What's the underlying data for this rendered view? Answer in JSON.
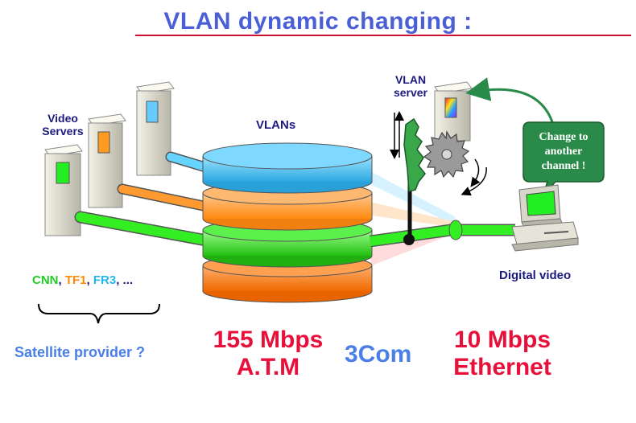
{
  "title": "VLAN dynamic changing :",
  "labels": {
    "video_servers": [
      "Video",
      "Servers"
    ],
    "vlans": "VLANs",
    "vlan_server": [
      "VLAN",
      "server"
    ],
    "digital_video": "Digital video",
    "satellite_provider": "Satellite provider ?",
    "channels": [
      {
        "text": "CNN",
        "color": "#22cc22"
      },
      {
        "text": ", ",
        "color": "#1a1a80"
      },
      {
        "text": "TF1",
        "color": "#ff8a00"
      },
      {
        "text": ", ",
        "color": "#1a1a80"
      },
      {
        "text": "FR3",
        "color": "#22b8ee"
      },
      {
        "text": ", ...",
        "color": "#1a1a80"
      }
    ],
    "atm_speed": [
      "155 Mbps",
      "A.T.M"
    ],
    "vendor": "3Com",
    "ethernet_speed": [
      "10 Mbps",
      "Ethernet"
    ],
    "bubble": [
      "Change to",
      "another",
      "channel !"
    ]
  },
  "colors": {
    "title": "#4a5fd6",
    "speed_red": "#e8103a",
    "vendor_blue": "#4a7fe8",
    "vlan_blue": "#5cc8f0",
    "vlan_orange": "#ff9a30",
    "vlan_green": "#33dd22",
    "vlan_bottom": "#ff7a1a",
    "bubble_green": "#2a8a4a"
  }
}
